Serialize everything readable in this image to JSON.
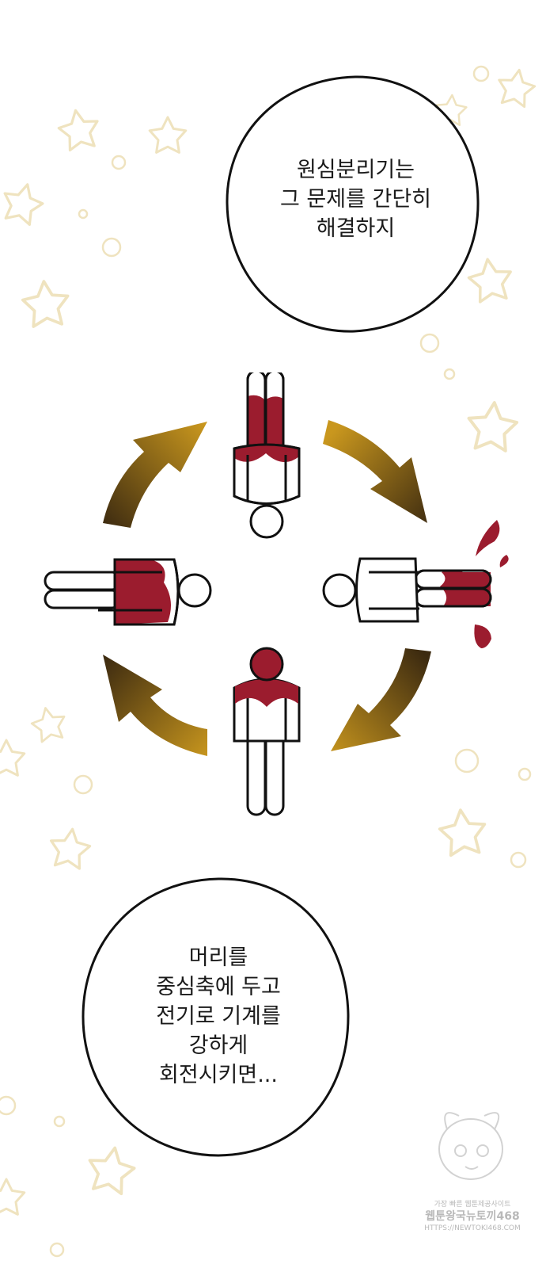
{
  "colors": {
    "background": "#ffffff",
    "ink": "#111111",
    "blood": "#9b1c2e",
    "arrow_dark": "#3c2a10",
    "arrow_light": "#c9971e",
    "star_outline": "#efe3bf"
  },
  "bubbles": {
    "top": {
      "lines": [
        "원심분리기는",
        "그 문제를 간단히",
        "해결하지"
      ]
    },
    "bottom": {
      "lines": [
        "머리를",
        "중심축에 두고",
        "전기로 기계를",
        "강하게",
        "회전시키면..."
      ]
    }
  },
  "diagram": {
    "figures": [
      "figure-top-inverted",
      "figure-right",
      "figure-bottom-upright",
      "figure-left"
    ],
    "arrows": [
      "top-right",
      "bottom-right",
      "bottom-left",
      "top-left"
    ]
  },
  "watermark": {
    "line1": "가장 빠른 웹툰제공사이트",
    "line2": "웹툰왕국뉴토끼468",
    "line3": "HTTPS://NEWTOKI468.COM"
  }
}
